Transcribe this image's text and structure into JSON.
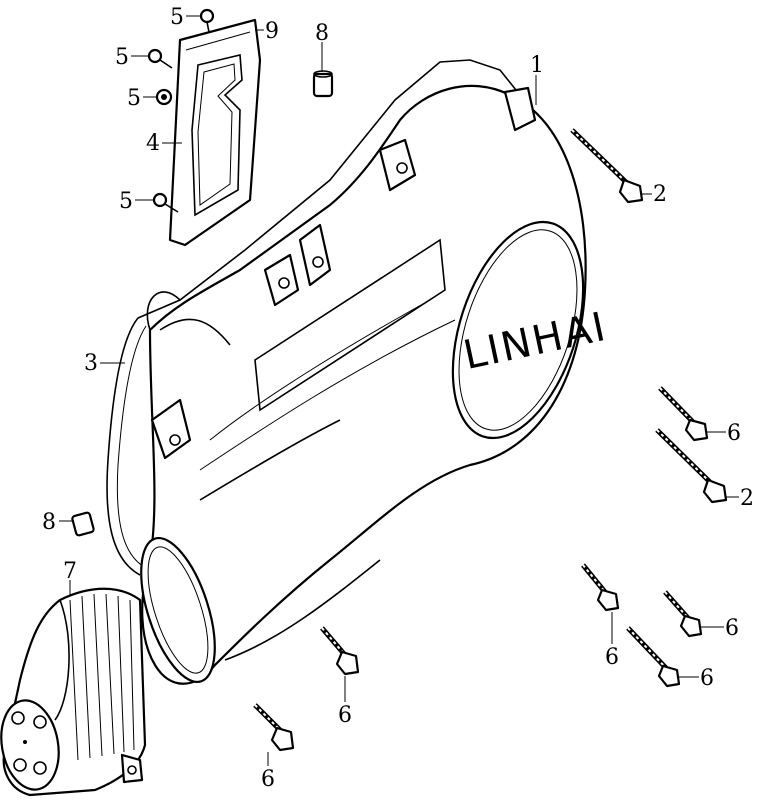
{
  "diagram": {
    "brand_text": "LINHAI",
    "parts": [
      {
        "id": "crankcase-cover",
        "callout": "1"
      },
      {
        "id": "bolt-upper",
        "callout": "2"
      },
      {
        "id": "bolt-lower",
        "callout": "2"
      },
      {
        "id": "cover-gasket",
        "callout": "3"
      },
      {
        "id": "window-gasket",
        "callout": "4"
      },
      {
        "id": "screw-top",
        "callout": "5"
      },
      {
        "id": "screw-upper-left",
        "callout": "5"
      },
      {
        "id": "screw-middle-left",
        "callout": "5"
      },
      {
        "id": "screw-lower-left",
        "callout": "5"
      },
      {
        "id": "bolt-right-1",
        "callout": "6"
      },
      {
        "id": "bolt-right-2",
        "callout": "6"
      },
      {
        "id": "bolt-right-3",
        "callout": "6"
      },
      {
        "id": "bolt-right-4",
        "callout": "6"
      },
      {
        "id": "bolt-bottom-1",
        "callout": "6"
      },
      {
        "id": "bolt-bottom-2",
        "callout": "6"
      },
      {
        "id": "air-duct",
        "callout": "7"
      },
      {
        "id": "dowel-pin-top",
        "callout": "8"
      },
      {
        "id": "dowel-pin-left",
        "callout": "8"
      },
      {
        "id": "inspection-plate",
        "callout": "9"
      }
    ]
  }
}
